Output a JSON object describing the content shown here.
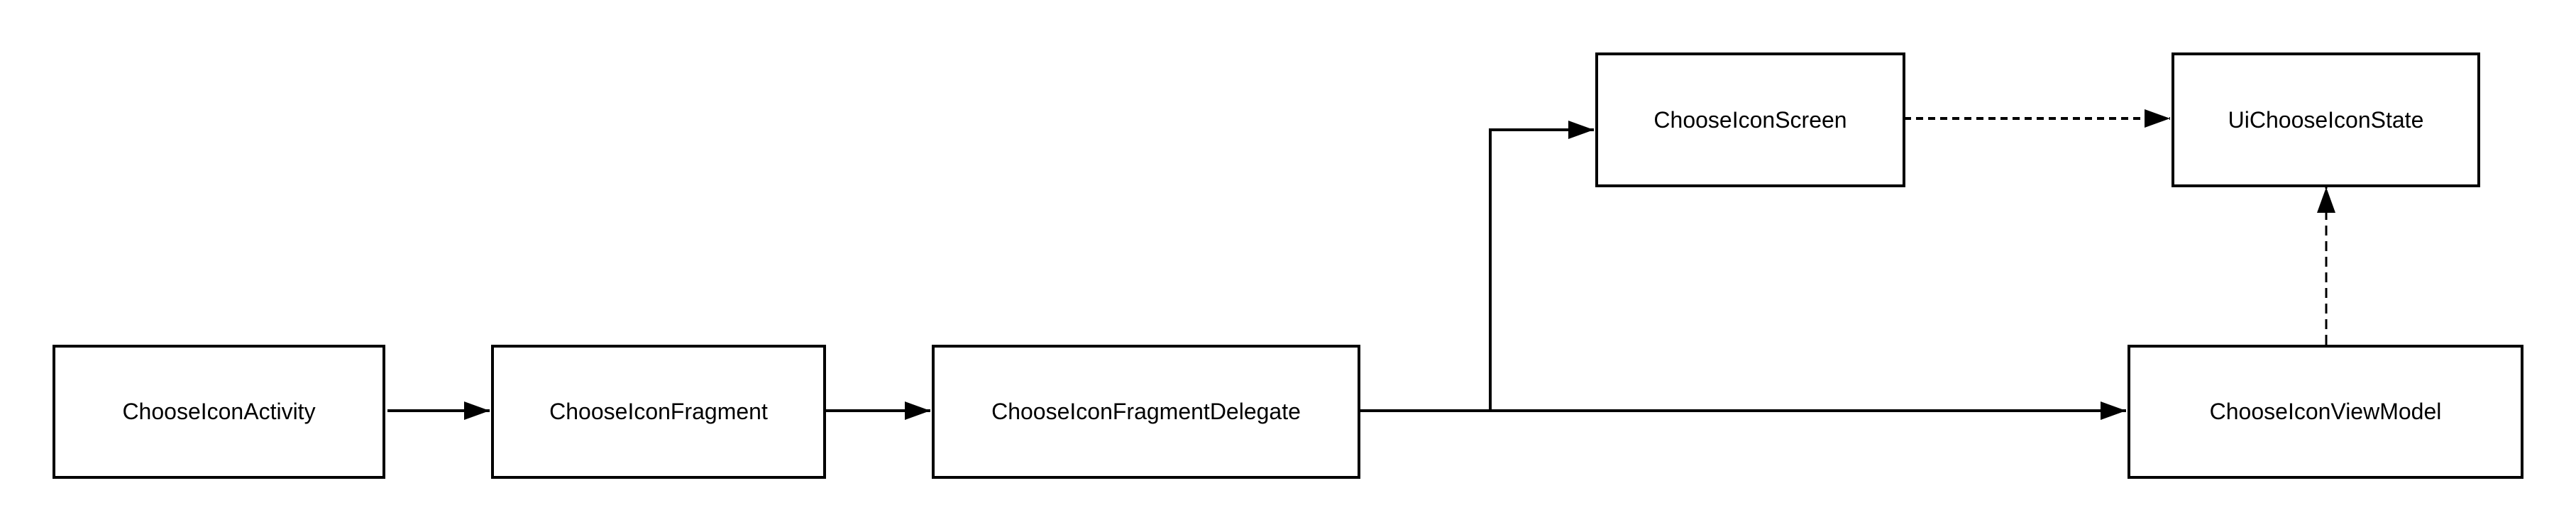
{
  "diagram": {
    "nodes": [
      {
        "id": "activity",
        "label": "ChooseIconActivity"
      },
      {
        "id": "fragment",
        "label": "ChooseIconFragment"
      },
      {
        "id": "delegate",
        "label": "ChooseIconFragmentDelegate"
      },
      {
        "id": "screen",
        "label": "ChooseIconScreen"
      },
      {
        "id": "state",
        "label": "UiChooseIconState"
      },
      {
        "id": "viewmodel",
        "label": "ChooseIconViewModel"
      }
    ],
    "edges": [
      {
        "from": "activity",
        "to": "fragment",
        "style": "solid"
      },
      {
        "from": "fragment",
        "to": "delegate",
        "style": "solid"
      },
      {
        "from": "delegate",
        "to": "screen",
        "style": "solid"
      },
      {
        "from": "delegate",
        "to": "viewmodel",
        "style": "solid"
      },
      {
        "from": "screen",
        "to": "state",
        "style": "dashed"
      },
      {
        "from": "viewmodel",
        "to": "state",
        "style": "dashed"
      }
    ],
    "line_color": "#000000"
  }
}
